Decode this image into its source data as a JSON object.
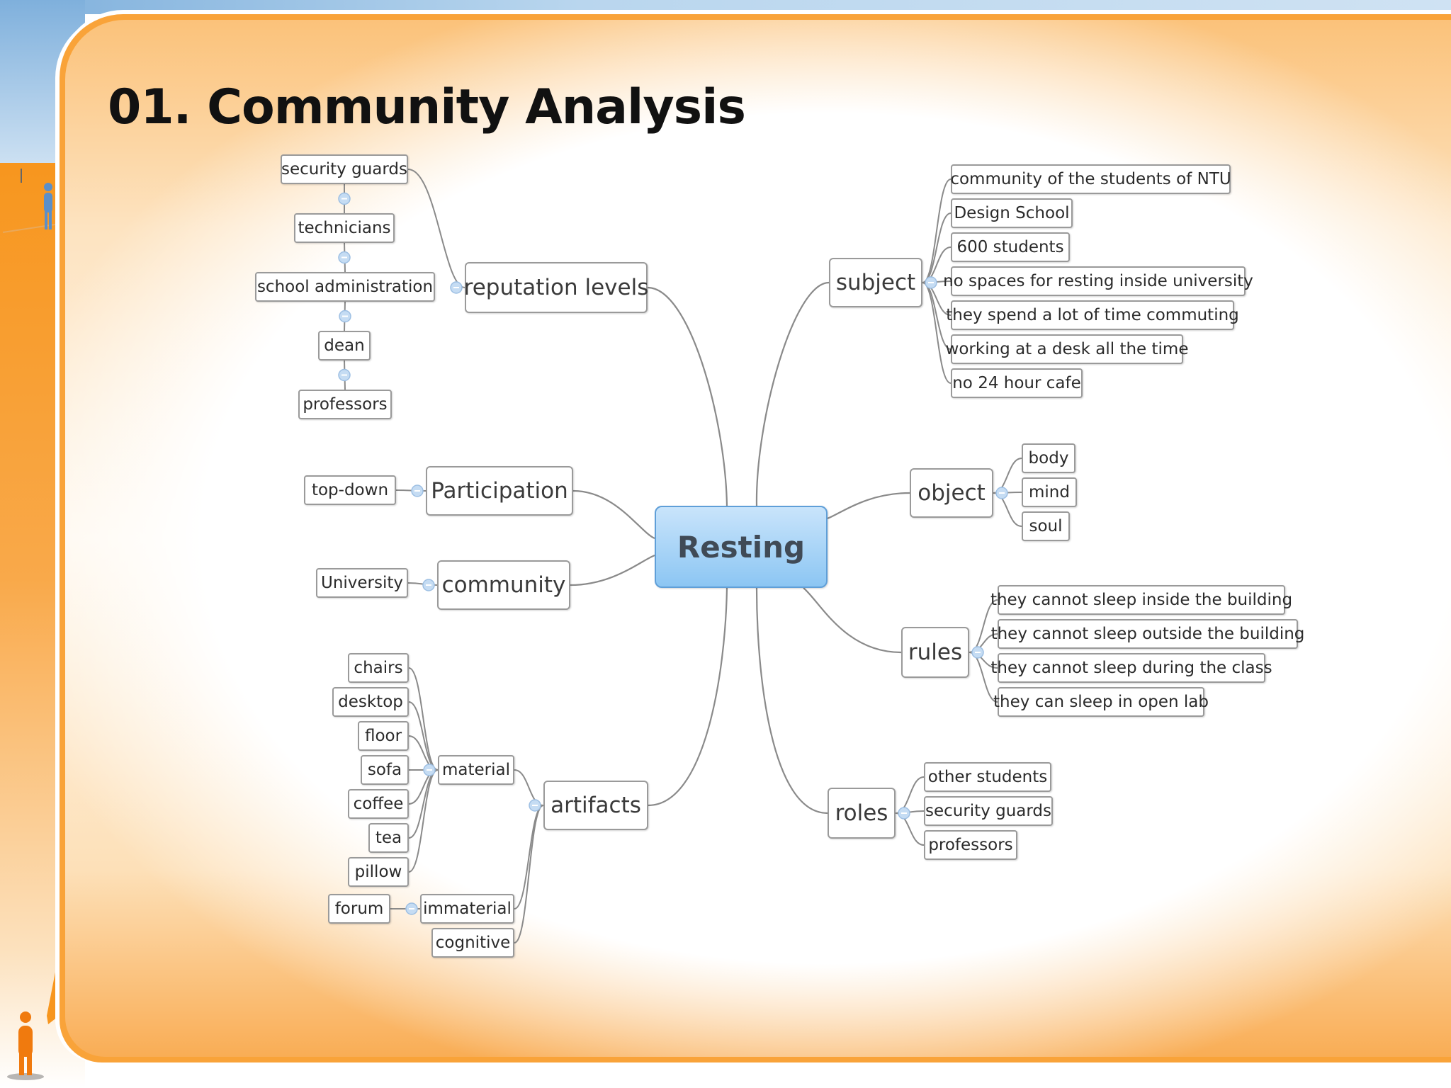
{
  "slide": {
    "title": "01. Community Analysis"
  },
  "mindmap": {
    "central": "Resting",
    "reputation_levels": {
      "label": "reputation levels",
      "items": [
        "security guards",
        "technicians",
        "school administration",
        "dean",
        "professors"
      ]
    },
    "participation": {
      "label": "Participation",
      "items": [
        "top-down"
      ]
    },
    "community": {
      "label": "community",
      "items": [
        "University"
      ]
    },
    "artifacts": {
      "label": "artifacts",
      "material": {
        "label": "material",
        "items": [
          "chairs",
          "desktop",
          "floor",
          "sofa",
          "coffee",
          "tea",
          "pillow"
        ]
      },
      "immaterial": {
        "label": "immaterial",
        "items": [
          "forum"
        ]
      },
      "cognitive": {
        "label": "cognitive"
      }
    },
    "subject": {
      "label": "subject",
      "items": [
        "community of the students of NTU",
        "Design School",
        "600 students",
        "no spaces for resting inside university",
        "they spend a lot of time commuting",
        "working at a desk all the time",
        "no 24 hour cafe"
      ]
    },
    "object": {
      "label": "object",
      "items": [
        "body",
        "mind",
        "soul"
      ]
    },
    "rules": {
      "label": "rules",
      "items": [
        "they cannot sleep inside the building",
        "they cannot sleep outside the building",
        "they cannot sleep during the class",
        "they can sleep in open lab"
      ]
    },
    "roles": {
      "label": "roles",
      "items": [
        "other students",
        "security guards",
        "professors"
      ]
    }
  },
  "colors": {
    "accent_orange": "#f9a339",
    "accent_blue": "#8cc6f3",
    "connector_gray": "#8a8a8a",
    "collapse_dot": "#c5dcf3"
  },
  "icons": [
    "standing-figure-icon",
    "orange-figure-icon"
  ]
}
